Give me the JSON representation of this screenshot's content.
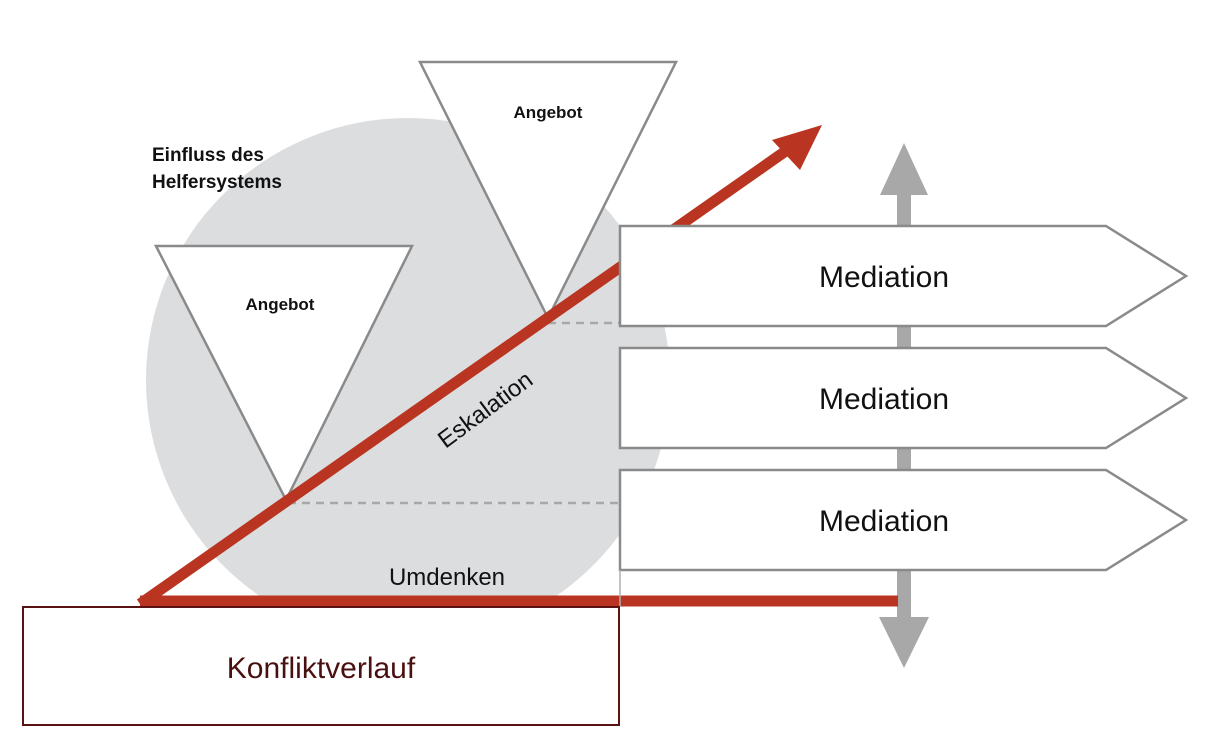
{
  "diagram": {
    "influence_label": [
      "Einfluss des",
      "Helfersystems"
    ],
    "offer_top": "Angebot",
    "offer_left": "Angebot",
    "escalation_label": "Eskalation",
    "rethink_label": "Umdenken",
    "conflict_label": "Konfliktverlauf",
    "mediation": [
      {
        "label": "Mediation"
      },
      {
        "label": "Mediation"
      },
      {
        "label": "Mediation"
      }
    ],
    "colors": {
      "accent_red": "#b93522",
      "dark_red": "#5a1212",
      "grey_fill": "#dcdddf",
      "grey_stroke": "#8a8a8a",
      "arrow_grey": "#a8a8a8"
    }
  }
}
